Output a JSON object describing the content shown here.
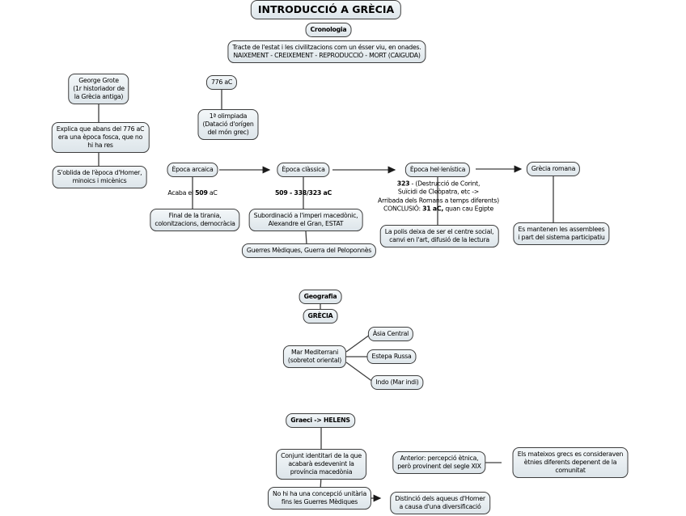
{
  "title": "INTRODUCCIÓ A GRÈCIA",
  "colors": {
    "background": "#ffffff",
    "node_fill_top": "#f3f7f9",
    "node_fill_bottom": "#dde5ea",
    "node_border": "#3d3d3d",
    "connector": "#3d3d3d",
    "text": "#000000"
  },
  "nodes": {
    "cronologia": "Cronologia",
    "tracte": [
      "Tracte de l'estat i les civilitzacions com un ésser viu, en onades.",
      "NAIXEMENT - CREIXEMENT - REPRODUCCIÓ - MORT (CAIGUDA)"
    ],
    "george": [
      "George Grote",
      "(1r historiador de",
      "la Grècia antiga)"
    ],
    "any776": "776 aC",
    "olimpiada": [
      "1ª olimpiada",
      "(Datació d'orígen",
      "del món grec)"
    ],
    "explica": [
      "Explica que abans del 776 aC",
      "era una època fosca, que no",
      "hi ha res"
    ],
    "soblida": [
      "S'oblida de l'època d'Homer,",
      "minoics i micènics"
    ],
    "arcaica": "Època arcaica",
    "classica": "Època clàssica",
    "hellenistica": "Època hel·lenística",
    "romana": "Grècia romana",
    "acaba": {
      "pre": "Acaba el ",
      "bold": "509",
      "post": " aC"
    },
    "classica_dates": "509 - 338/323 aC",
    "hellen_dates": {
      "l1b": "323",
      "l1": " - (Destrucció de Corint,",
      "l2": "Suïcidi de Cleòpatra, etc ->",
      "l3": "Arribada dels Romans a temps diferents)",
      "l4a": "CONCLUSIÓ: ",
      "l4b": "31 aC,",
      "l4c": " quan cau Egipte"
    },
    "final_tirania": [
      "Final de la tirania,",
      "colonitzacions, democràcia"
    ],
    "subordinacio": [
      "Subordinació a l'imperi macedònic,",
      "Alexandre el Gran, ESTAT"
    ],
    "guerres": "Guerres Mèdiques, Guerra del Peloponnès",
    "polis": [
      "La polis deixa de ser el centre social,",
      "canvi en l'art, difusió de la lectura"
    ],
    "assemblees": [
      "Es mantenen les assemblees",
      "i part del sistema participatiu"
    ],
    "geografia": "Geografia",
    "grecia": "GRÈCIA",
    "mediterrani": [
      "Mar Mediterrani",
      "(sobretot oriental)"
    ],
    "asia": "Àsia Central",
    "estepa": "Estepa Russa",
    "indo": "Indo (Mar indi)",
    "graeci": "Graeci -> HELENS",
    "conjunt": [
      "Conjunt identitari de la que",
      "acabarà esdevenint la",
      "província macedònia"
    ],
    "anterior": [
      "Anterior: percepció ètnica,",
      "però provinent del segle XIX"
    ],
    "mateixos": [
      "Els mateixos grecs es consideraven",
      "ètnies diferents depenent de la comunitat"
    ],
    "nohiha": [
      "No hi ha una concepció unitària",
      "fins les Guerres Mèdiques"
    ],
    "distincio": [
      "Distinció dels aqueus d'Homer",
      "a causa d'una diversificació"
    ]
  }
}
